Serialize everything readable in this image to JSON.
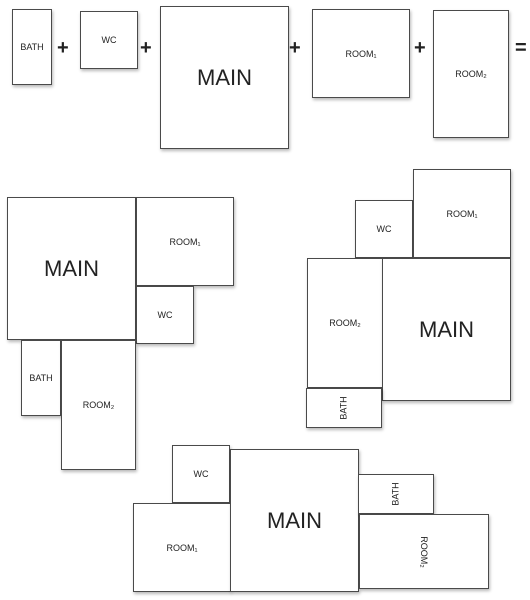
{
  "labels": {
    "bath": "BATH",
    "wc": "WC",
    "main": "MAIN",
    "room1": "ROOM₁",
    "room2": "ROOM₂"
  },
  "operators": {
    "plus": "+",
    "equals": "="
  }
}
